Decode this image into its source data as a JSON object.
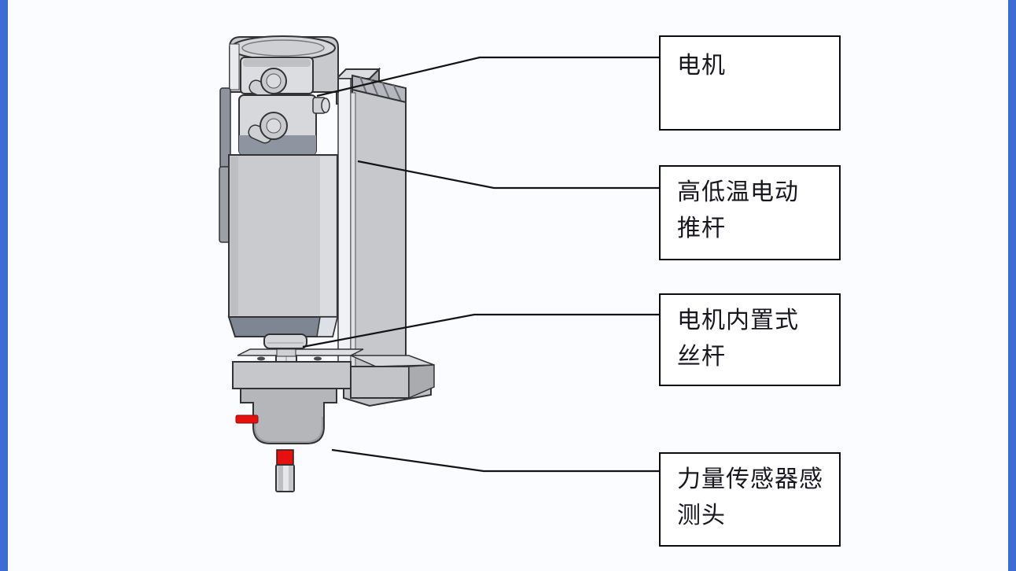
{
  "page": {
    "background": "#fbfcff",
    "edge_bar_color": "#3e6bd5"
  },
  "labels": {
    "motor": {
      "text": "电机"
    },
    "actuator": {
      "line1": "高低温电动",
      "line2": "推杆",
      "full": "高低温电动推杆"
    },
    "screw": {
      "line1": "电机内置式",
      "line2": "丝杆",
      "full": "电机内置式丝杆"
    },
    "sensor": {
      "line1": "力量传感器感",
      "line2": "测头",
      "full": "力量传感器感测头"
    }
  },
  "machine": {
    "outline_color": "#333333",
    "body_color": "#c9cacd",
    "dark_band_color": "#7e8694",
    "red_part_color": "#e8100c",
    "leader_line_color": "#141414",
    "box_border_color": "#0c0c10",
    "box_text_color": "#17171f"
  }
}
